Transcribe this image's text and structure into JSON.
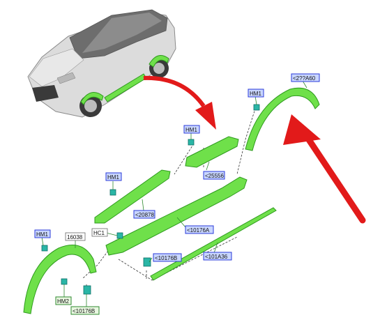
{
  "colors": {
    "part_fill": "#6fe04a",
    "part_stroke": "#2e9a1e",
    "arrow": "#e21a1a",
    "clip": "#2ab6a6",
    "tag_blue": "#c9d6ff",
    "tag_green": "#e8f7e0"
  },
  "labels": {
    "hm1_top": "HM1",
    "rear_arch_code": "<2??A60",
    "hm1_mid": "HM1",
    "upper_moulding": "<25556",
    "hm1_left": "HM1",
    "front_moulding": "<20878",
    "rocker_main": "<10176A",
    "hc1": "HC1",
    "front_arch_code": "16038",
    "hm1_bottom": "HM1",
    "rocker_clip": "<10176B",
    "strip": "<101A36",
    "hm2": "HM2",
    "front_clip": "<10176B"
  }
}
